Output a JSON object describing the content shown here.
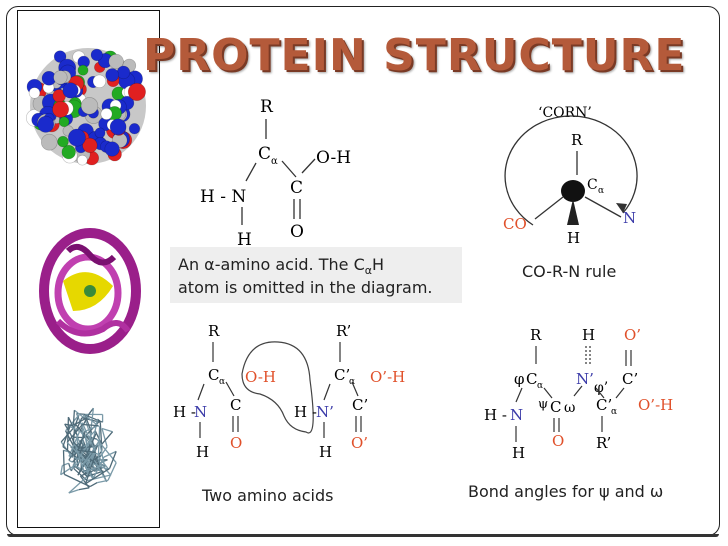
{
  "title": "PROTEIN STRUCTURE",
  "alpha_amino_acid": {
    "atoms": {
      "r": "R",
      "ca": "C",
      "ca_sub": "α",
      "oh": "O-H",
      "n": "H - N",
      "c": "C",
      "h": "H",
      "o": "O"
    },
    "caption_line1_a": "An α-amino acid. The C",
    "caption_sub": "α",
    "caption_line1_b": "H",
    "caption_line2": "atom is omitted in the diagram."
  },
  "corn_rule": {
    "label": "‘CORN’",
    "atoms": {
      "r": "R",
      "ca": "C",
      "ca_sub": "α",
      "co": "CO",
      "n": "N",
      "h": "H"
    },
    "caption": "CO-R-N rule",
    "colors": {
      "co": "#e0502a",
      "n": "#3a3aa8"
    }
  },
  "two_amino_acids": {
    "left": {
      "r": "R",
      "ca": "C",
      "ca_sub": "α",
      "oh": "O-H",
      "n": "N",
      "hn": "H -",
      "h": "H",
      "c": "C",
      "o": "O"
    },
    "right": {
      "r": "R’",
      "ca": "C’",
      "ca_sub": "α",
      "oh": "O’-H",
      "n": "N’",
      "hn": "H -",
      "h": "H",
      "c": "C’",
      "o": "O’"
    },
    "caption": "Two amino acids"
  },
  "bond_angles": {
    "atoms": {
      "r": "R",
      "h_top": "H",
      "o_top": "O’",
      "phi": "φ",
      "ca": "C",
      "ca_sub": "α",
      "n_prime": "N’",
      "phi_prime": "φ’",
      "c_prime_top": "C’",
      "psi": "ψ",
      "c": "C",
      "omega": "ω",
      "ca_prime": "C’",
      "ca_prime_sub": "α",
      "oh": "O’-H",
      "hn": "H -",
      "n": "N",
      "o": "O",
      "r_prime": "R’",
      "h": "H"
    },
    "caption": "Bond angles for ψ and ω"
  },
  "colors": {
    "title": "#b45a3a",
    "nitrogen": "#3a3aa8",
    "oxygen": "#e0502a"
  },
  "images": [
    "space-filling-protein",
    "ribbon-protein",
    "stick-protein"
  ]
}
